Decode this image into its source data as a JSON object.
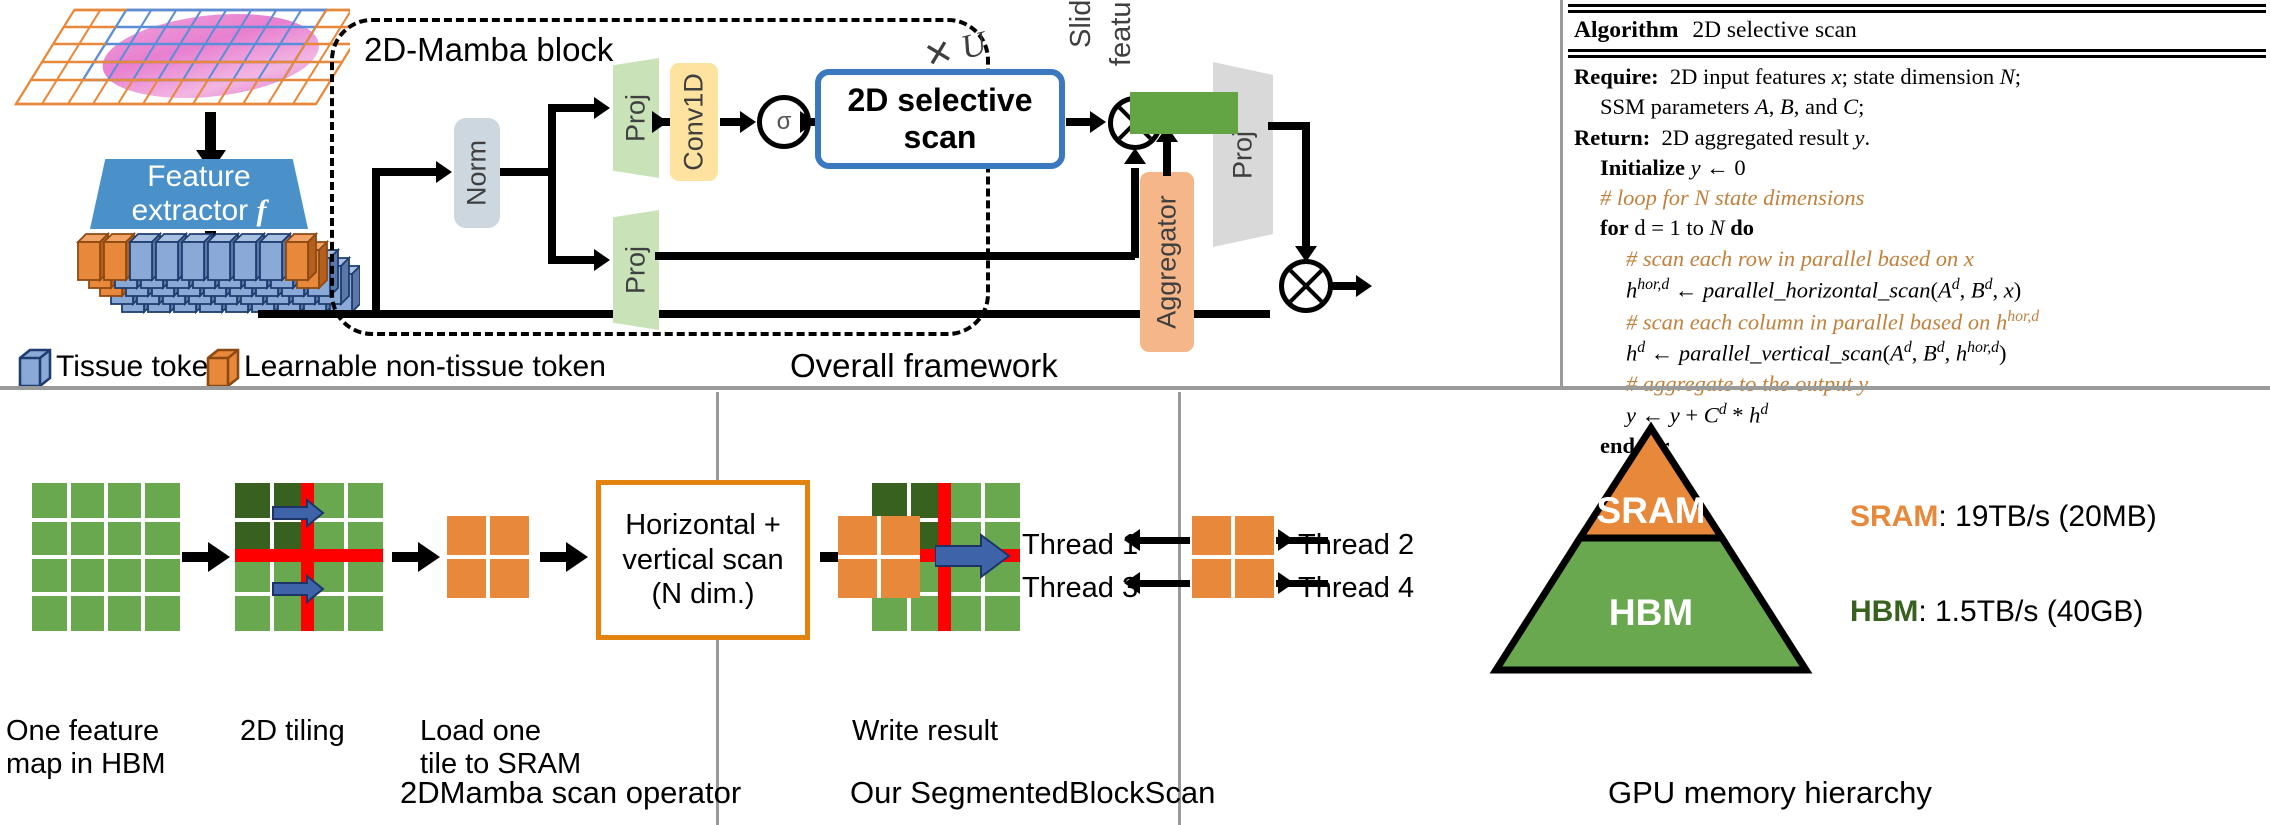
{
  "overall": {
    "mamba_block_title": "2D-Mamba block",
    "repeat_label_x": "✕",
    "repeat_label_u": "U",
    "feature_extractor": "Feature\nextractor f",
    "feature_extractor_line1": "Feature",
    "feature_extractor_line2": "extractor",
    "feature_extractor_sym": "f",
    "norm": "Norm",
    "proj_top": "Proj",
    "proj_bottom": "Proj",
    "proj_out": "Proj",
    "conv1d": "Conv1D",
    "activation": "σ",
    "selective_scan_line1": "2D selective",
    "selective_scan_line2": "scan",
    "slide_feature_line1": "Slide",
    "slide_feature_line2": "feature",
    "aggregator": "Aggregator",
    "framework_caption": "Overall framework",
    "legend": [
      {
        "label": "Tissue token",
        "color": "#8aa9d6"
      },
      {
        "label": "Learnable non-tissue token",
        "color": "#e8883a"
      }
    ]
  },
  "algorithm": {
    "title_bold": "Algorithm",
    "title_rest": "2D selective scan",
    "lines": [
      {
        "id": "require",
        "indent": 0,
        "kind": "code",
        "bold": "Require:",
        "text": " 2D input features x; state dimension N;"
      },
      {
        "id": "require2",
        "indent": 1,
        "kind": "code",
        "bold": "",
        "text": "SSM parameters A, B, and C;"
      },
      {
        "id": "return",
        "indent": 0,
        "kind": "code",
        "bold": "Return:",
        "text": " 2D aggregated result y."
      },
      {
        "id": "init",
        "indent": 1,
        "kind": "code",
        "bold": "Initialize",
        "text": " y ← 0"
      },
      {
        "id": "c1",
        "indent": 1,
        "kind": "comment",
        "bold": "",
        "text": "# loop for N state dimensions"
      },
      {
        "id": "for",
        "indent": 1,
        "kind": "code",
        "bold": "for",
        "text": " d = 1 to N do"
      },
      {
        "id": "c2",
        "indent": 2,
        "kind": "comment",
        "bold": "",
        "text": "# scan each row in parallel based on x"
      },
      {
        "id": "hor",
        "indent": 2,
        "kind": "math",
        "bold": "",
        "text": "h^{hor,d} ← parallel_horizontal_scan(A^d, B^d, x)"
      },
      {
        "id": "c3",
        "indent": 2,
        "kind": "comment",
        "bold": "",
        "text": "# scan each column in parallel based on h^{hor,d}"
      },
      {
        "id": "ver",
        "indent": 2,
        "kind": "math",
        "bold": "",
        "text": "h^d ← parallel_vertical_scan(A^d, B^d, h^{hor,d})"
      },
      {
        "id": "c4",
        "indent": 2,
        "kind": "comment",
        "bold": "",
        "text": "# aggregate to the output y"
      },
      {
        "id": "agg",
        "indent": 2,
        "kind": "math",
        "bold": "",
        "text": "y ← y + C^d * h^d"
      },
      {
        "id": "endfor",
        "indent": 1,
        "kind": "code",
        "bold": "end for",
        "text": ""
      }
    ],
    "comment_color": "#c0813c"
  },
  "scan_operator": {
    "title": "2DMamba scan operator",
    "captions": {
      "one_feature_map_l1": "One feature",
      "one_feature_map_l2": "map in HBM",
      "tiling": "2D tiling",
      "load_tile_l1": "Load one",
      "load_tile_l2": "tile to SRAM",
      "write_result": "Write result"
    },
    "box_line1": "Horizontal +",
    "box_line2": "vertical scan",
    "box_line3": "(N dim.)",
    "colors": {
      "green": "#6aa84f",
      "dark_green": "#38601f",
      "red": "#ff0000",
      "orange": "#e8883a",
      "blue_arrow": "#3f63a8"
    }
  },
  "segmented_block_scan": {
    "title": "Our SegmentedBlockScan",
    "threads": [
      "Thread 1",
      "Thread 2",
      "Thread 3",
      "Thread 4"
    ]
  },
  "gpu_memory": {
    "title": "GPU memory hierarchy",
    "tiers": [
      {
        "name": "SRAM",
        "inside_label": "SRAM",
        "spec": ": 19TB/s (20MB)",
        "color": "#e8883a"
      },
      {
        "name": "HBM",
        "inside_label": "HBM",
        "spec": ": 1.5TB/s (40GB)",
        "color": "#6aa84f"
      }
    ]
  }
}
